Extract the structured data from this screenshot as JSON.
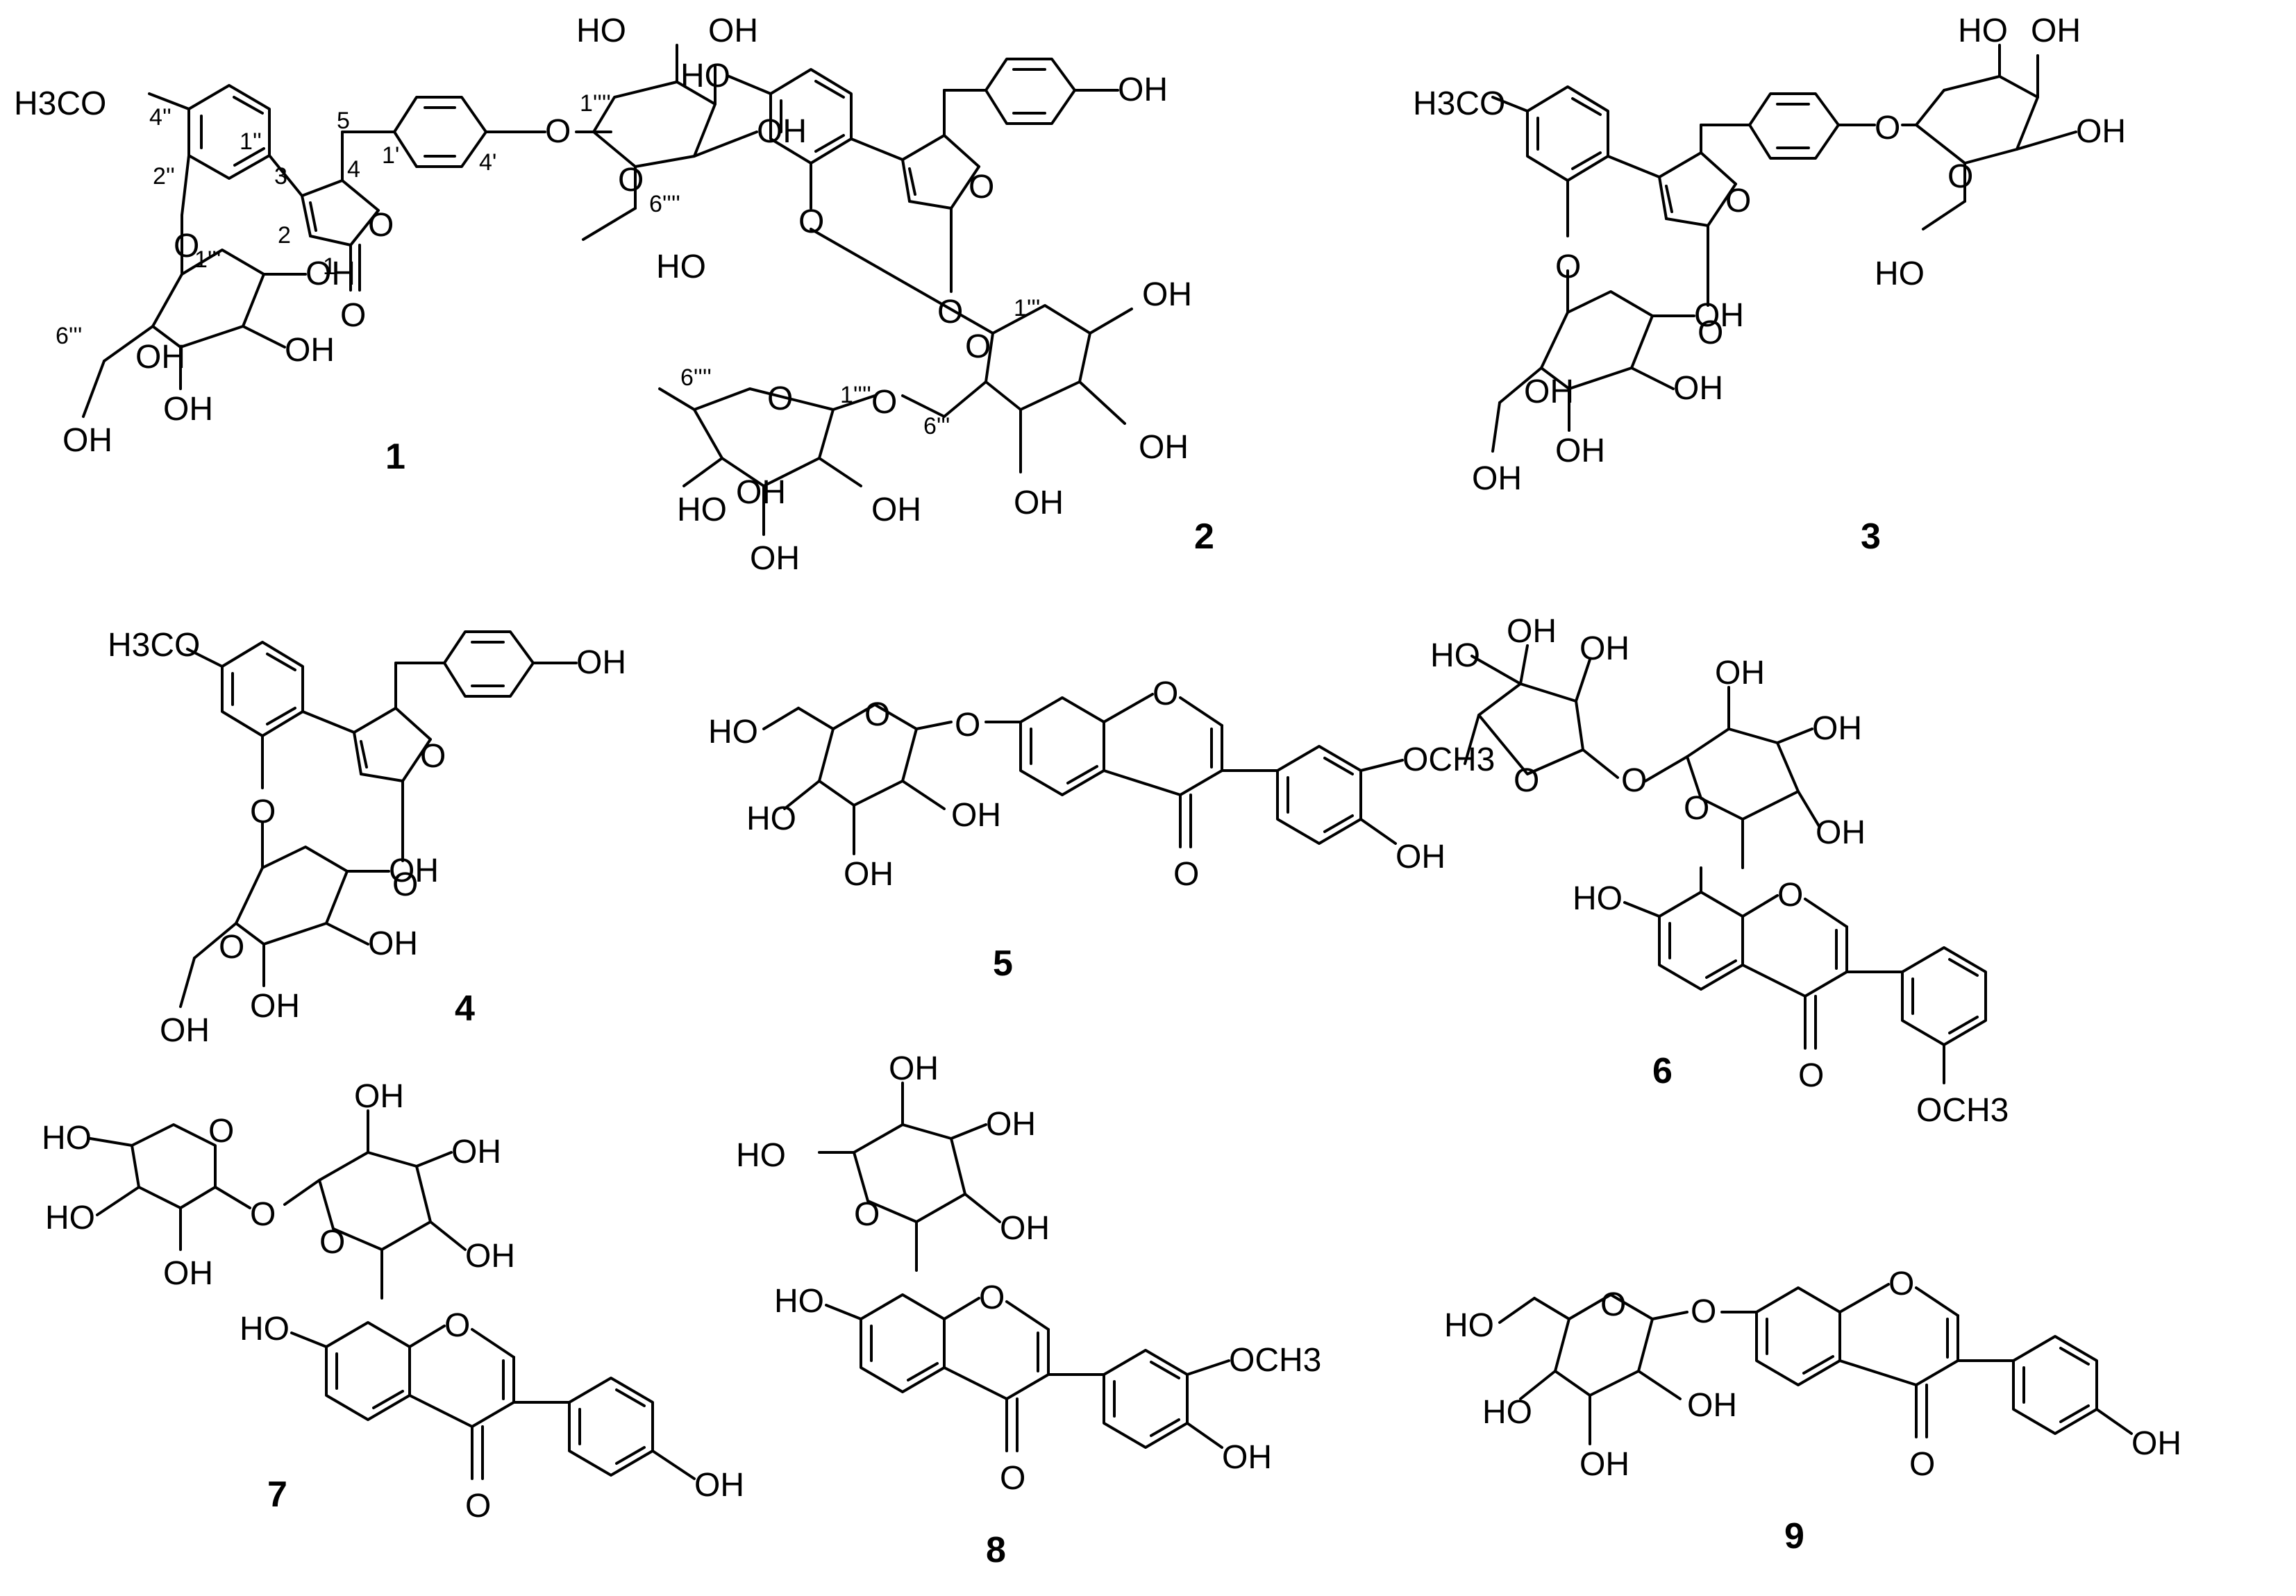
{
  "compounds": [
    {
      "id": "1",
      "labels": [
        "H3CO",
        "O",
        "O",
        "O",
        "O",
        "O",
        "HO",
        "HO",
        "OH",
        "OH",
        "OH",
        "OH",
        "OH",
        "OH",
        "OH"
      ],
      "locants": [
        "5",
        "4",
        "3",
        "2",
        "1",
        "1'",
        "4'",
        "1''",
        "2''",
        "4''",
        "1'''",
        "6'''",
        "1''''",
        "6''''"
      ]
    },
    {
      "id": "2",
      "labels": [
        "HO",
        "OH",
        "O",
        "O",
        "O",
        "O",
        "O",
        "O",
        "HO",
        "OH",
        "OH",
        "OH",
        "OH",
        "OH",
        "OH"
      ],
      "locants": [
        "1'''",
        "6'''",
        "1''''",
        "6''''"
      ]
    },
    {
      "id": "3",
      "labels": [
        "H3CO",
        "O",
        "O",
        "O",
        "O",
        "O",
        "HO",
        "HO",
        "OH",
        "OH",
        "OH",
        "OH",
        "OH",
        "OH",
        "OH"
      ]
    },
    {
      "id": "4",
      "labels": [
        "H3CO",
        "OH",
        "O",
        "O",
        "O",
        "O",
        "OH",
        "OH",
        "OH",
        "OH"
      ]
    },
    {
      "id": "5",
      "labels": [
        "HO",
        "HO",
        "OH",
        "OH",
        "O",
        "O",
        "O",
        "O",
        "OCH3",
        "OH"
      ]
    },
    {
      "id": "6",
      "labels": [
        "HO",
        "OH",
        "OH",
        "O",
        "O",
        "O",
        "OH",
        "OH",
        "OH",
        "HO",
        "O",
        "O",
        "OCH3"
      ]
    },
    {
      "id": "7",
      "labels": [
        "HO",
        "HO",
        "OH",
        "O",
        "O",
        "OH",
        "OH",
        "OH",
        "O",
        "HO",
        "O",
        "O",
        "OH"
      ]
    },
    {
      "id": "8",
      "labels": [
        "OH",
        "HO",
        "OH",
        "O",
        "OH",
        "HO",
        "O",
        "O",
        "OCH3",
        "OH"
      ]
    },
    {
      "id": "9",
      "labels": [
        "HO",
        "HO",
        "OH",
        "OH",
        "O",
        "O",
        "O",
        "O",
        "OH"
      ]
    }
  ]
}
